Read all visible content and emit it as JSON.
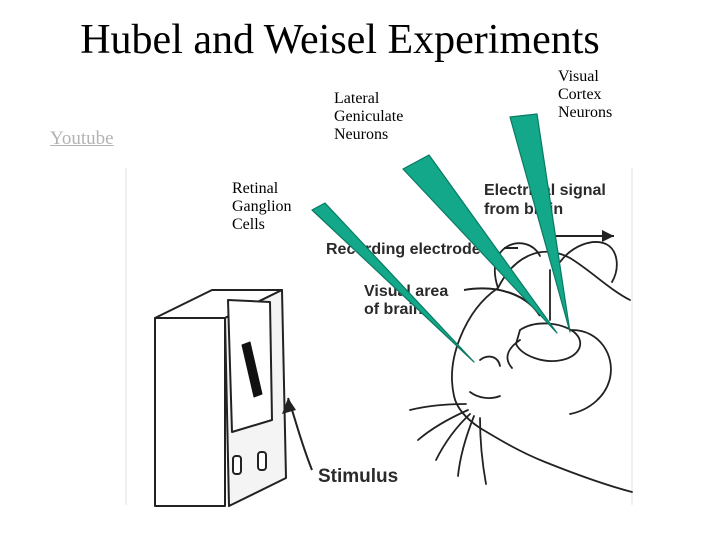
{
  "slide": {
    "title": "Hubel and Weisel Experiments",
    "link_text": "Youtube",
    "labels": {
      "lgn": [
        "Lateral",
        "Geniculate",
        "Neurons"
      ],
      "visual_cortex": [
        "Visual",
        "Cortex",
        "Neurons"
      ],
      "retinal": [
        "Retinal",
        "Ganglion",
        "Cells"
      ]
    }
  },
  "figure": {
    "electrical_signal": [
      "Electrical signal",
      "from brain"
    ],
    "recording_electrode": "Recording electrode",
    "visual_area": [
      "Visual area",
      "of brain"
    ],
    "stimulus": "Stimulus",
    "arrow_color": "#13a88a"
  }
}
